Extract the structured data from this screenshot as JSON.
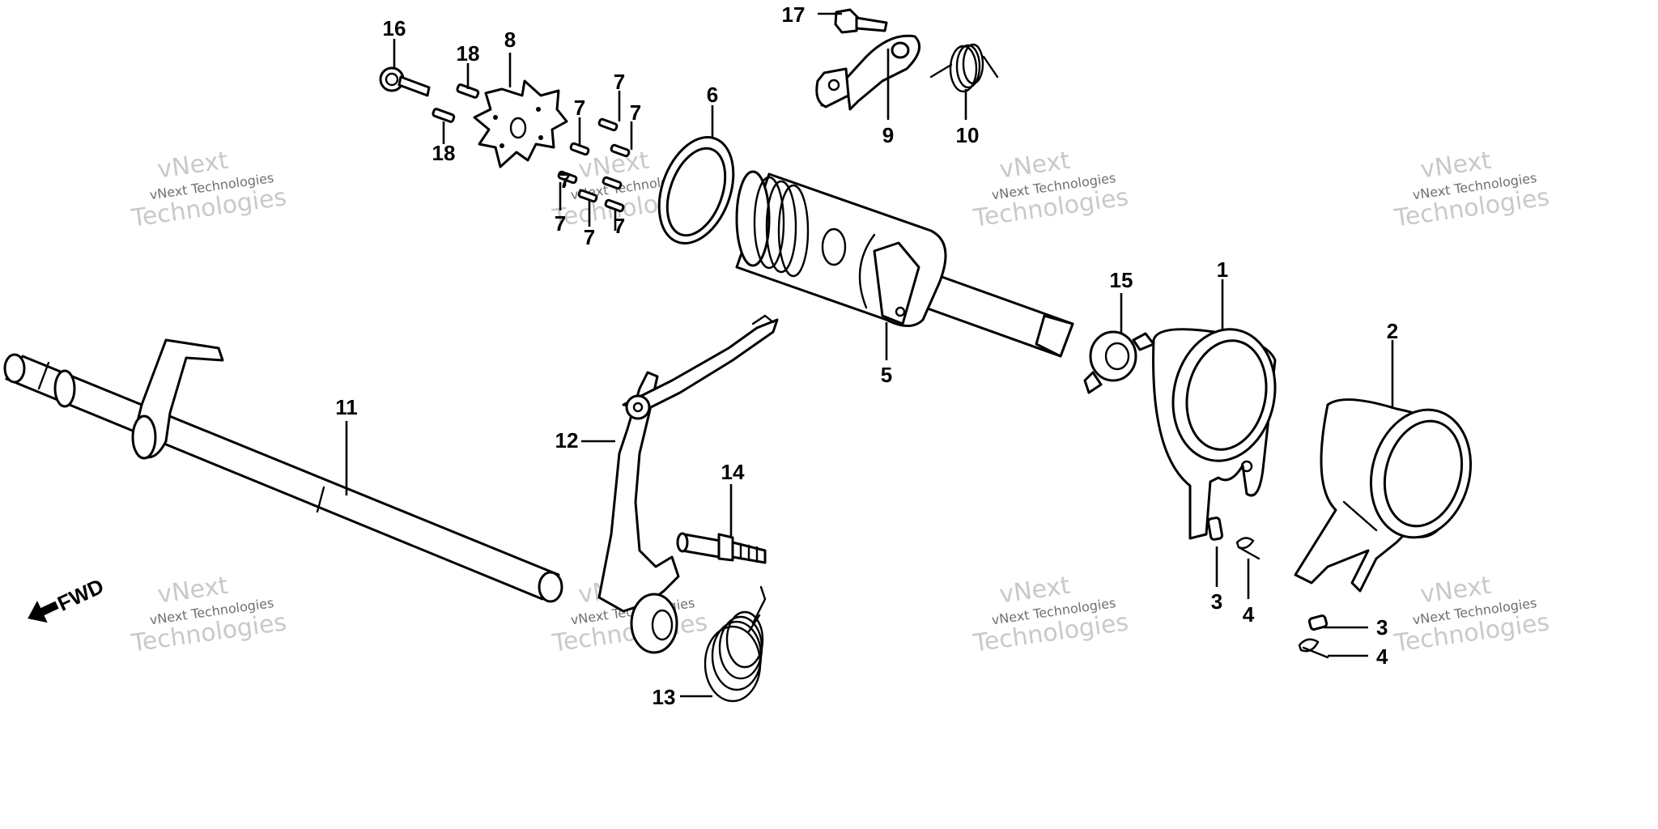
{
  "watermark": {
    "line1": "vNext",
    "line2": "vNext Technologies",
    "line3": "Technologies"
  },
  "direction_label": "FWD",
  "callouts": {
    "c1": "1",
    "c2": "2",
    "c3a": "3",
    "c3b": "3",
    "c4a": "4",
    "c4b": "4",
    "c5": "5",
    "c6": "6",
    "c7a": "7",
    "c7b": "7",
    "c7c": "7",
    "c7d": "7",
    "c7e": "7",
    "c7f": "7",
    "c7g": "7",
    "c8": "8",
    "c9": "9",
    "c10": "10",
    "c11": "11",
    "c12": "12",
    "c13": "13",
    "c14": "14",
    "c15": "15",
    "c16": "16",
    "c17": "17",
    "c18a": "18",
    "c18b": "18"
  }
}
